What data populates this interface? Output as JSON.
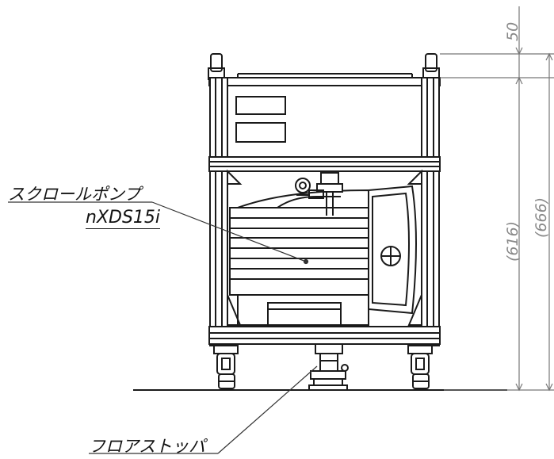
{
  "labels": {
    "scroll_pump": "スクロールポンプ",
    "model": "nXDS15i",
    "floor_stopper": "フロアストッパ"
  },
  "dimensions": {
    "top_offset": "50",
    "frame_height": "(616)",
    "overall_height": "(666)"
  }
}
